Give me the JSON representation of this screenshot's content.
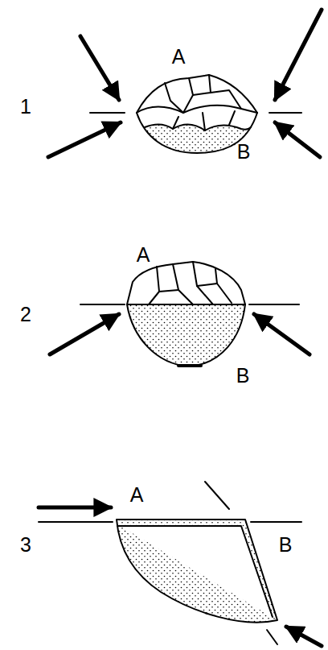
{
  "diagram": {
    "labels": [
      "1",
      "A",
      "B",
      "2",
      "A",
      "B",
      "3",
      "A",
      "B"
    ]
  }
}
